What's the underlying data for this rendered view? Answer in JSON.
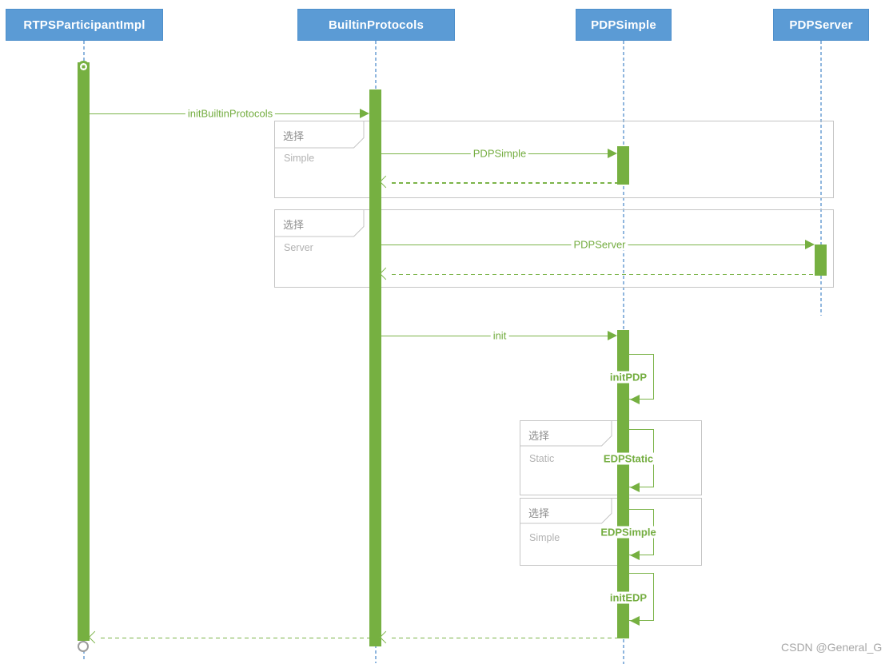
{
  "diagram": {
    "type": "uml-sequence",
    "actors": [
      "RTPSParticipantImpl",
      "BuiltinProtocols",
      "PDPSimple",
      "PDPServer"
    ],
    "messages": {
      "init_builtin": "initBuiltinProtocols",
      "pdp_simple": "PDPSimple",
      "pdp_server": "PDPServer",
      "init": "init",
      "init_pdp": "initPDP",
      "edp_static": "EDPStatic",
      "edp_simple": "EDPSimple",
      "init_edp": "initEDP"
    },
    "fragments": [
      {
        "operator": "选择",
        "guard": "Simple"
      },
      {
        "operator": "选择",
        "guard": "Server"
      },
      {
        "operator": "选择",
        "guard": "Static"
      },
      {
        "operator": "选择",
        "guard": "Simple"
      }
    ],
    "watermark": "CSDN @General_G",
    "colors": {
      "actor_fill": "#5b9bd5",
      "activation_green": "#76b041",
      "message_green": "#7cb44a",
      "lifeline_blue": "#8fb6de",
      "fragment_border": "#c5c5c5"
    }
  }
}
